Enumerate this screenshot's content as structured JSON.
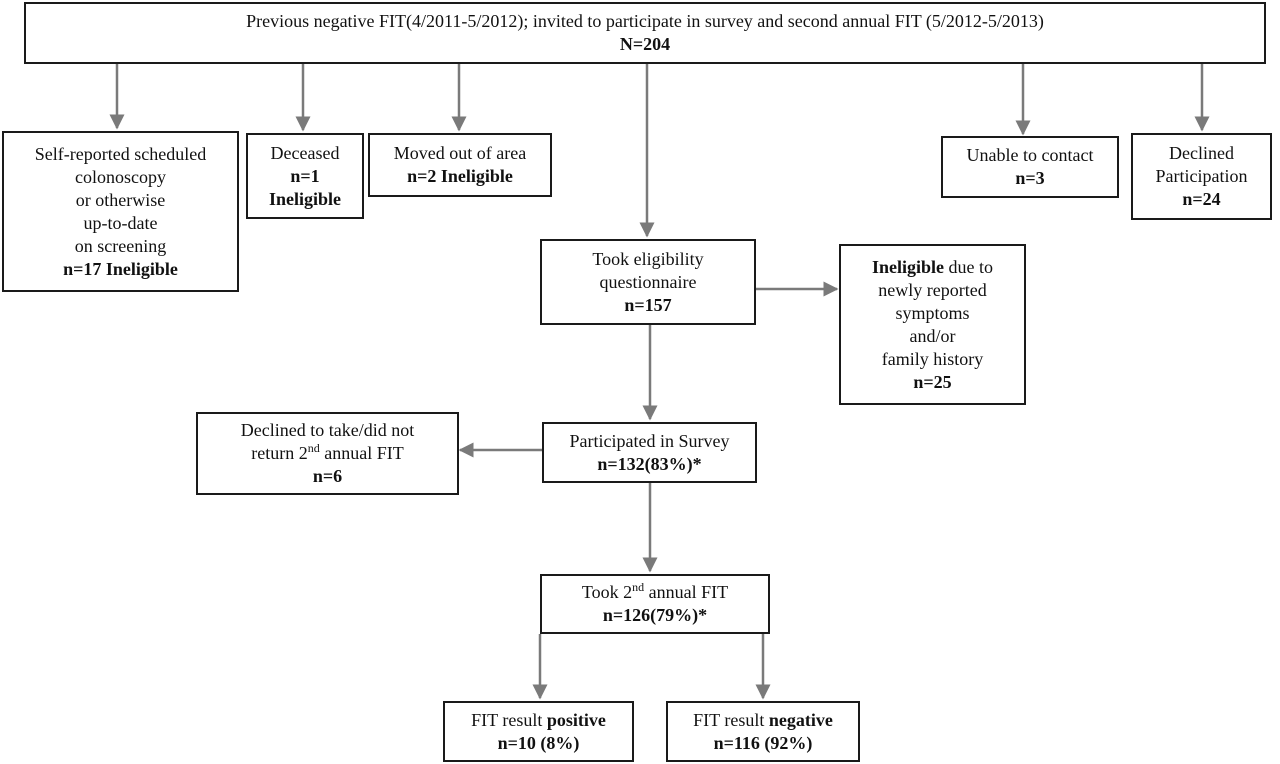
{
  "top": {
    "text": "Previous negative FIT(4/2011-5/2012); invited to participate in survey and second annual FIT (5/2012-5/2013)",
    "n": "N=204"
  },
  "uptodate": {
    "lines": [
      "Self-reported scheduled",
      "colonoscopy",
      "or otherwise",
      "up-to-date",
      "on screening"
    ],
    "n": "n=17 Ineligible"
  },
  "deceased": {
    "label": "Deceased",
    "n": "n=1",
    "status": "Ineligible"
  },
  "moved": {
    "label": "Moved out of area",
    "n": "n=2 Ineligible"
  },
  "unable": {
    "label": "Unable to contact",
    "n": "n=3"
  },
  "declined_participation": {
    "lines": [
      "Declined",
      "Participation"
    ],
    "n": "n=24"
  },
  "eligibility": {
    "lines": [
      "Took eligibility",
      "questionnaire"
    ],
    "n": "n=157"
  },
  "ineligible_symptoms": {
    "bold": "Ineligible",
    "rest": " due to",
    "lines": [
      "newly reported",
      "symptoms",
      "and/or",
      "family history"
    ],
    "n": "n=25"
  },
  "survey": {
    "label": "Participated in Survey",
    "n": "n=132(83%)*"
  },
  "declined_fit": {
    "line1": "Declined to take/did not",
    "line2_pre": "return 2",
    "line2_sup": "nd",
    "line2_post": " annual FIT",
    "n": "n=6"
  },
  "took_fit": {
    "pre": "Took 2",
    "sup": "nd",
    "post": " annual FIT",
    "n": "n=126(79%)*"
  },
  "positive": {
    "pre": "FIT result ",
    "bold": "positive",
    "n": "n=10 (8%)"
  },
  "negative": {
    "pre": "FIT result ",
    "bold": "negative",
    "n": "n=116 (92%)"
  }
}
